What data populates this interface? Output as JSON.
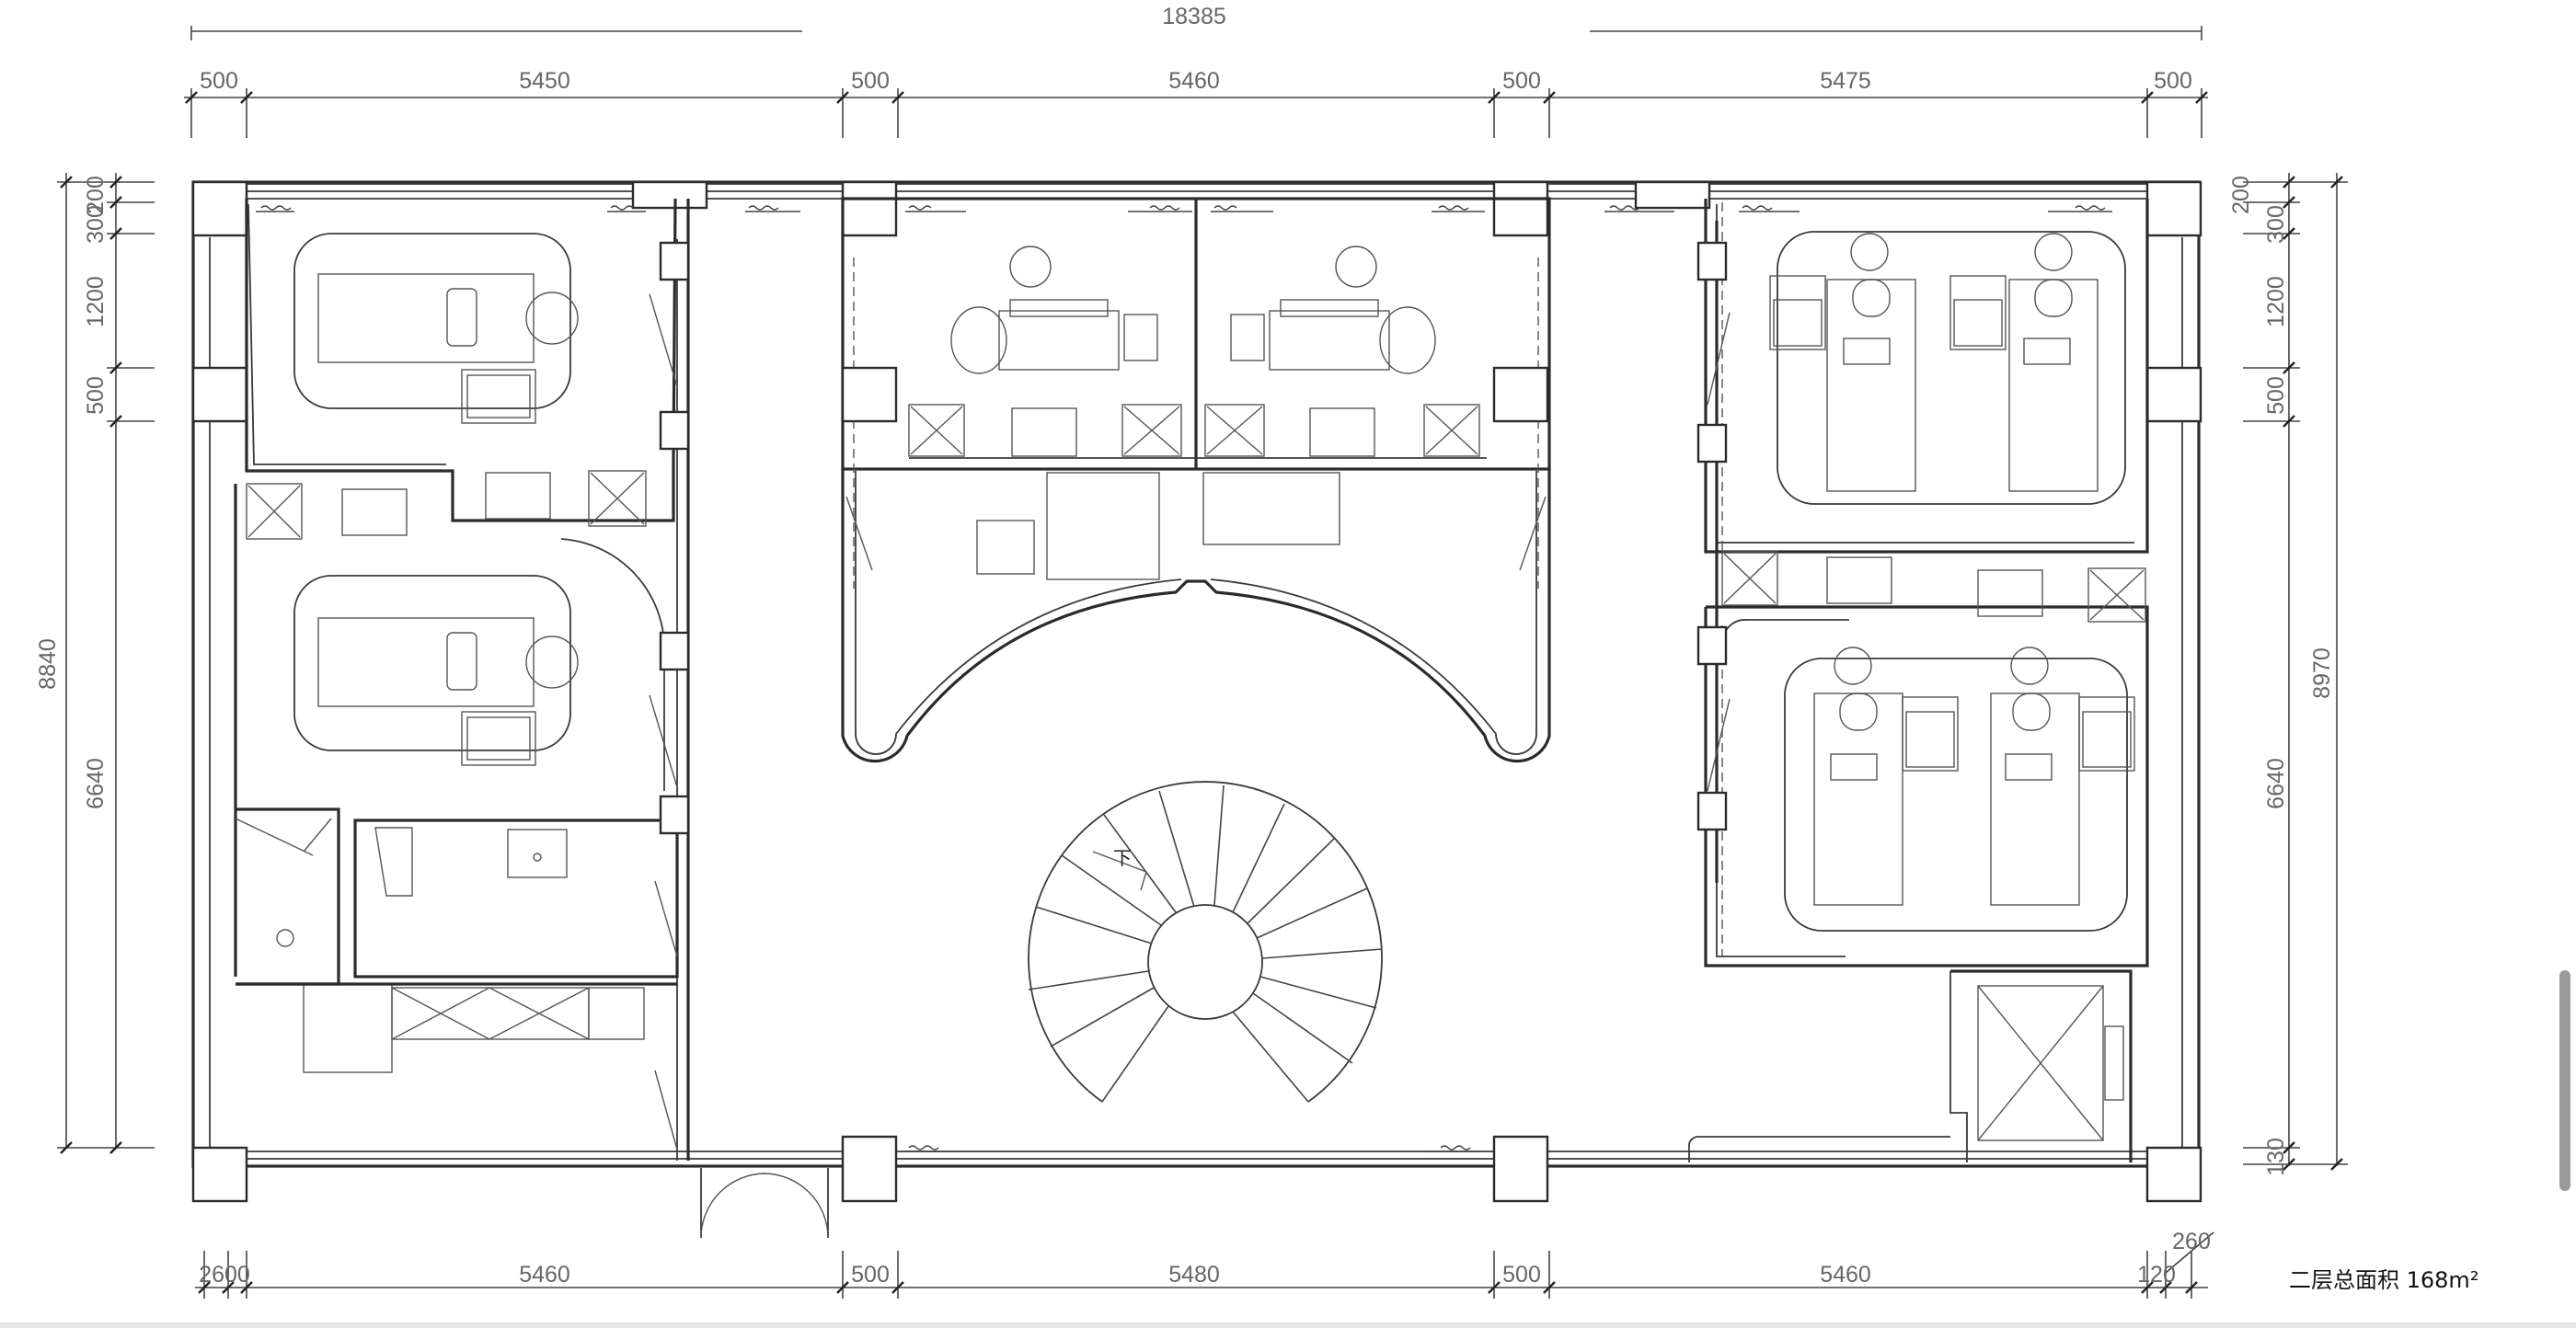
{
  "drawing": {
    "total_width": "18385",
    "top_dims": [
      "500",
      "5450",
      "500",
      "5460",
      "500",
      "5475",
      "500"
    ],
    "bottom_dims": [
      "2600",
      "5460",
      "500",
      "5480",
      "500",
      "5460",
      "120"
    ],
    "bottom_extra": "260",
    "left_dims": [
      "200",
      "300",
      "1200",
      "500",
      "6640"
    ],
    "left_total": "8840",
    "right_dims": [
      "200",
      "300",
      "1200",
      "500",
      "6640",
      "130"
    ],
    "right_total": "8970",
    "stair_label": "下",
    "area_label": "二层总面积 168m²"
  },
  "colors": {
    "line": "#2b2b2b",
    "dim": "#666666"
  }
}
